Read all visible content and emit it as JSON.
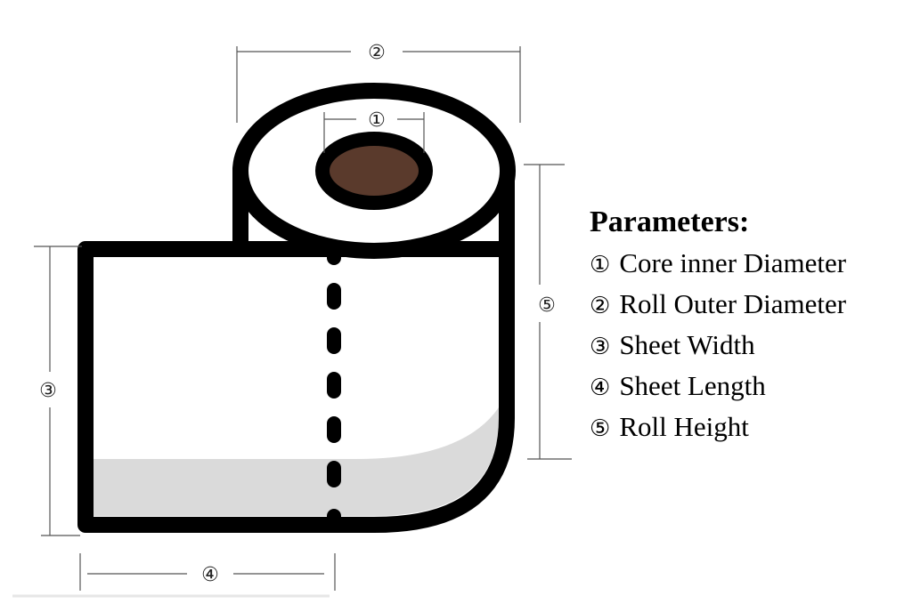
{
  "dimension_markers": {
    "core_inner_diameter": "①",
    "roll_outer_diameter": "②",
    "sheet_width": "③",
    "sheet_length": "④",
    "roll_height": "⑤"
  },
  "legend": {
    "title": "Parameters:",
    "items": [
      {
        "number": "①",
        "label": "Core inner Diameter"
      },
      {
        "number": "②",
        "label": "Roll Outer Diameter"
      },
      {
        "number": "③",
        "label": "Sheet Width"
      },
      {
        "number": "④",
        "label": "Sheet Length"
      },
      {
        "number": "⑤",
        "label": "Roll Height"
      }
    ]
  },
  "colors": {
    "outline": "#000000",
    "paper": "#ffffff",
    "shadow": "#dadada",
    "core": "#5a3a2c",
    "dimension_line": "#555555"
  }
}
